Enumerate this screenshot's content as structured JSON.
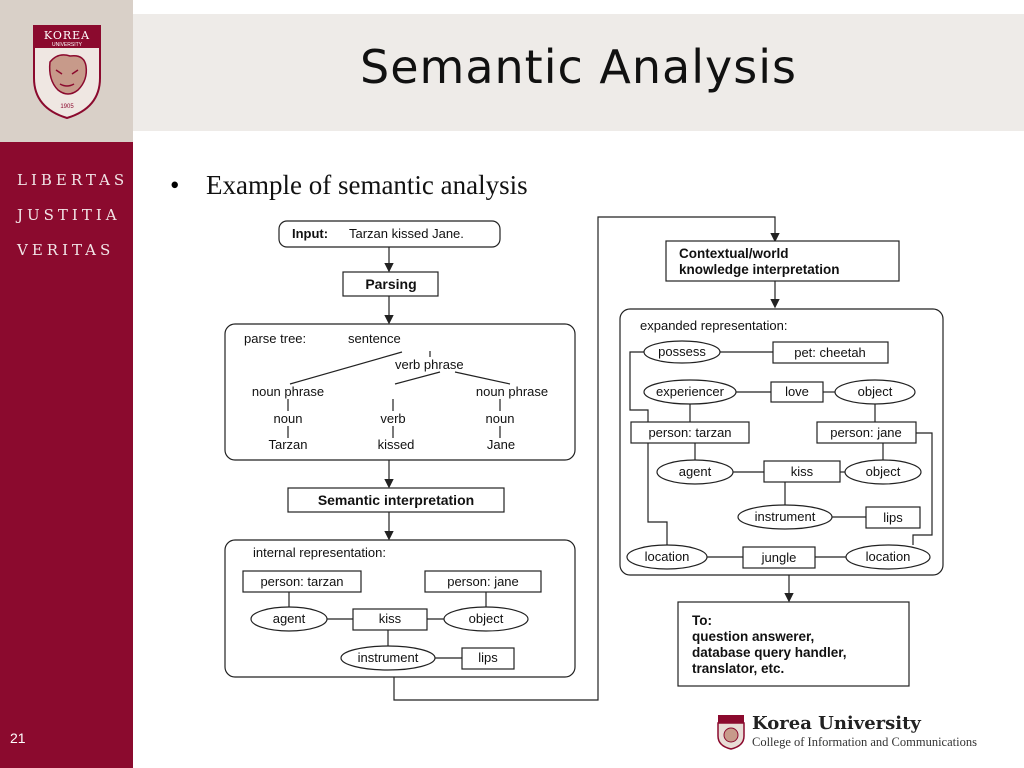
{
  "slide": {
    "title": "Semantic Analysis",
    "number": "21",
    "bullet_marker": "•",
    "bullet": "Example of semantic analysis"
  },
  "sidebar": {
    "logo_top_text": "KOREA",
    "logo_sub_text": "UNIVERSITY",
    "logo_year": "1905",
    "motto": [
      "LIBERTAS",
      "JUSTITIA",
      "VERITAS"
    ]
  },
  "footer": {
    "university": "Korea University",
    "college": "College of Information and Communications"
  },
  "colors": {
    "sidebar": "#8b0a2e",
    "header_band": "#eeebe8",
    "logo_bg": "#d9d0c8"
  },
  "diagram": {
    "input_label": "Input:",
    "input_text": "Tarzan kissed Jane.",
    "parsing": "Parsing",
    "parse_tree": {
      "label": "parse tree:",
      "sentence": "sentence",
      "verb_phrase": "verb phrase",
      "noun_phrase_1": "noun phrase",
      "noun_phrase_2": "noun phrase",
      "noun_1": "noun",
      "verb": "verb",
      "noun_2": "noun",
      "tarzan": "Tarzan",
      "kissed": "kissed",
      "jane": "Jane"
    },
    "semantic_interpretation": "Semantic interpretation",
    "internal": {
      "label": "internal representation:",
      "person_tarzan": "person: tarzan",
      "person_jane": "person: jane",
      "agent": "agent",
      "kiss": "kiss",
      "object": "object",
      "instrument": "instrument",
      "lips": "lips"
    },
    "contextual": [
      "Contextual/world",
      "knowledge interpretation"
    ],
    "expanded": {
      "label": "expanded representation:",
      "possess": "possess",
      "pet_cheetah": "pet: cheetah",
      "experiencer": "experiencer",
      "love": "love",
      "object_1": "object",
      "person_tarzan": "person: tarzan",
      "person_jane": "person: jane",
      "agent": "agent",
      "kiss": "kiss",
      "object_2": "object",
      "instrument": "instrument",
      "lips": "lips",
      "location_1": "location",
      "jungle": "jungle",
      "location_2": "location"
    },
    "to_lines": [
      "To:",
      "question answerer,",
      "database query handler,",
      "translator, etc."
    ]
  }
}
